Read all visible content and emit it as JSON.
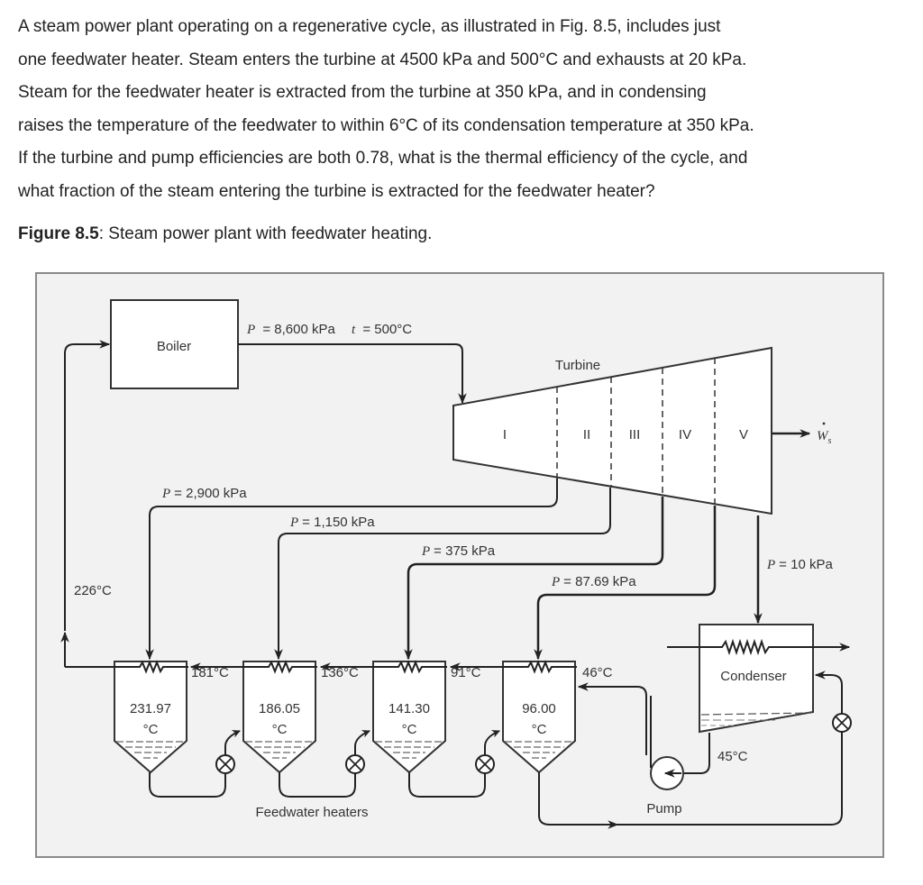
{
  "problem": {
    "lines": [
      "A steam power plant operating on a regenerative cycle, as illustrated in Fig. 8.5, includes just",
      "one feedwater heater. Steam enters the turbine at 4500 kPa and 500°C and exhausts at 20 kPa.",
      "Steam for the feedwater heater is extracted from the turbine at 350 kPa, and in condensing",
      "raises the temperature of the feedwater to within 6°C of its condensation temperature at 350 kPa.",
      "If the turbine and pump efficiencies are both 0.78, what is the thermal efficiency of the cycle, and",
      "what fraction of the steam entering the turbine is extracted for the feedwater heater?"
    ]
  },
  "caption": {
    "label": "Figure 8.5",
    "text": ": Steam power plant with feedwater heating."
  },
  "diagram": {
    "boiler": {
      "label": "Boiler"
    },
    "boiler_outlet": {
      "pressure": "= 8,600 kPa",
      "temperature": "= 500°C",
      "p_symbol": "P",
      "t_symbol": "t"
    },
    "turbine": {
      "label": "Turbine",
      "stages": [
        "I",
        "II",
        "III",
        "IV",
        "V"
      ],
      "work_symbol": "W",
      "work_subscript": "s"
    },
    "extractions": [
      {
        "p_symbol": "P",
        "pressure": "= 2,900 kPa"
      },
      {
        "p_symbol": "P",
        "pressure": "= 1,150 kPa"
      },
      {
        "p_symbol": "P",
        "pressure": "= 375 kPa"
      },
      {
        "p_symbol": "P",
        "pressure": "= 87.69 kPa"
      }
    ],
    "exhaust": {
      "p_symbol": "P",
      "pressure": "= 10 kPa"
    },
    "boiler_feed_temp": "226°C",
    "heaters": [
      {
        "sat_temp": "231.97",
        "unit": "°C",
        "inlet_temp": "181°C"
      },
      {
        "sat_temp": "186.05",
        "unit": "°C",
        "inlet_temp": "136°C"
      },
      {
        "sat_temp": "141.30",
        "unit": "°C",
        "inlet_temp": "91°C"
      },
      {
        "sat_temp": "96.00",
        "unit": "°C",
        "inlet_temp": "46°C"
      }
    ],
    "heaters_label": "Feedwater heaters",
    "condenser": {
      "label": "Condenser",
      "outlet_temp": "45°C"
    },
    "pump": {
      "label": "Pump"
    }
  }
}
